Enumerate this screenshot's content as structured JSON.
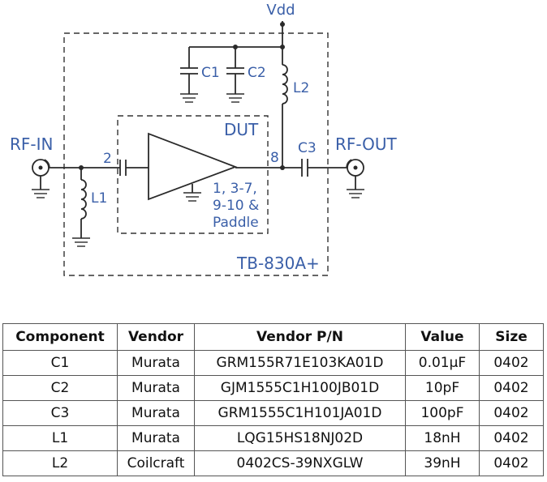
{
  "schematic": {
    "labels": {
      "vdd": "Vdd",
      "rf_in": "RF-IN",
      "rf_out": "RF-OUT",
      "dut": "DUT",
      "board": "TB-830A+",
      "pin_in": "2",
      "pin_out": "8",
      "gnd_pins": [
        "1, 3-7,",
        "9-10 &",
        "Paddle"
      ],
      "c1": "C1",
      "c2": "C2",
      "c3": "C3",
      "l1": "L1",
      "l2": "L2"
    },
    "colors": {
      "label": "#3a5fa8",
      "line": "#2a2a2a"
    }
  },
  "table": {
    "headers": [
      "Component",
      "Vendor",
      "Vendor P/N",
      "Value",
      "Size"
    ],
    "rows": [
      [
        "C1",
        "Murata",
        "GRM155R71E103KA01D",
        "0.01µF",
        "0402"
      ],
      [
        "C2",
        "Murata",
        "GJM1555C1H100JB01D",
        "10pF",
        "0402"
      ],
      [
        "C3",
        "Murata",
        "GRM1555C1H101JA01D",
        "100pF",
        "0402"
      ],
      [
        "L1",
        "Murata",
        "LQG15HS18NJ02D",
        "18nH",
        "0402"
      ],
      [
        "L2",
        "Coilcraft",
        "0402CS-39NXGLW",
        "39nH",
        "0402"
      ]
    ]
  }
}
